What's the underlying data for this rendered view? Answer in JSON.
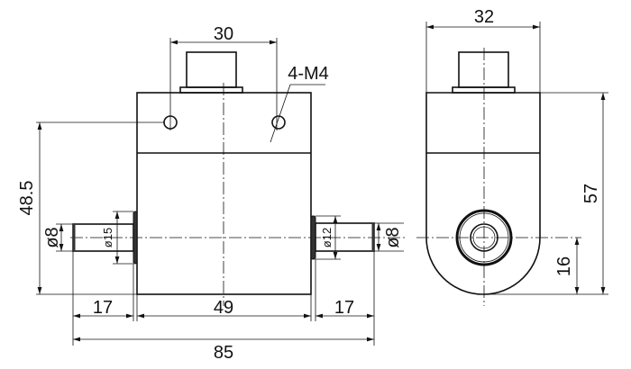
{
  "front_view": {
    "dim_hole_spacing": "30",
    "thread_note": "4-M4",
    "dim_height_to_holes": "48.5",
    "dim_left_shaft_dia": "ø8",
    "dim_left_collar_dia": "ø15",
    "dim_right_collar_dia": "ø12",
    "dim_right_shaft_dia": "ø8",
    "dim_left_shaft_len": "17",
    "dim_body_len": "49",
    "dim_right_shaft_len": "17",
    "dim_total_len": "85"
  },
  "side_view": {
    "dim_width": "32",
    "dim_height": "57",
    "dim_axis_height": "16"
  }
}
